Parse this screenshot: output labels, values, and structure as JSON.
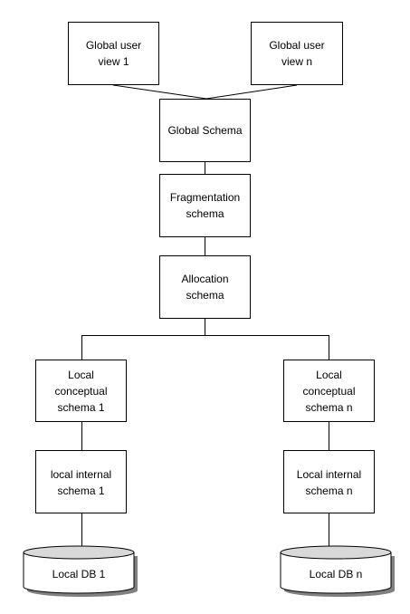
{
  "diagram": {
    "nodes": {
      "global_user_view_1": {
        "line1": "Global user",
        "line2": "view 1"
      },
      "global_user_view_n": {
        "line1": "Global user",
        "line2": "view n"
      },
      "global_schema": {
        "line1": "Global Schema"
      },
      "fragmentation_schema": {
        "line1": "Fragmentation",
        "line2": "schema"
      },
      "allocation_schema": {
        "line1": "Allocation",
        "line2": "schema"
      },
      "local_conceptual_schema_1": {
        "line1": "Local",
        "line2": "conceptual",
        "line3": "schema 1"
      },
      "local_conceptual_schema_n": {
        "line1": "Local",
        "line2": "conceptual",
        "line3": "schema n"
      },
      "local_internal_schema_1": {
        "line1": "local internal",
        "line2": "schema 1"
      },
      "local_internal_schema_n": {
        "line1": "Local internal",
        "line2": "schema n"
      },
      "local_db_1": {
        "label": "Local DB 1"
      },
      "local_db_n": {
        "label": "Local DB n"
      }
    },
    "colors": {
      "stroke": "#000000",
      "fill": "#ffffff",
      "db_top": "#d9d9d9",
      "shadow": "#808080"
    }
  }
}
